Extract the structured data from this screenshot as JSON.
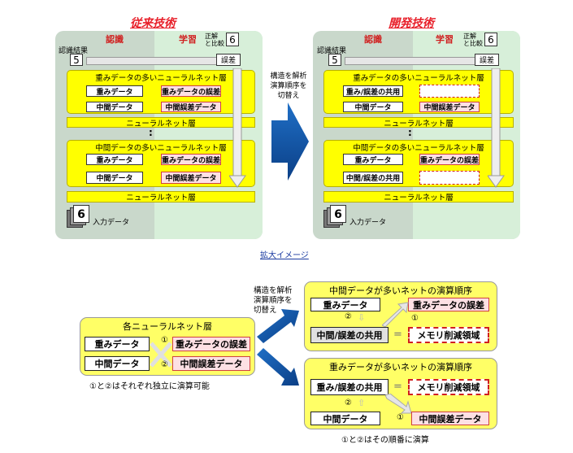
{
  "left_title": "従来技術",
  "right_title": "開発技術",
  "ninshiki": "認識",
  "gakushu": "学習",
  "seikai_1": "正解",
  "seikai_2": "と比較",
  "num6": "6",
  "ninshiki_kekka": "認識結果",
  "num5": "5",
  "gosa": "誤差",
  "omomi_layer_title": "重みデータの多いニューラルネット層",
  "chukan_layer_title": "中間データの多いニューラルネット層",
  "omomi_data": "重みデータ",
  "omomi_gosa": "重みデータの誤差",
  "chukan_data": "中間データ",
  "chukan_gosa": "中間誤差データ",
  "nn_layer": "ニューラルネット層",
  "dots": ":",
  "input_data": "入力データ",
  "omomi_gosa_shared": "重み/誤差の共用",
  "chukan_gosa_shared": "中間/誤差の共用",
  "arrow_text": [
    "構造を解析",
    "演算順序を",
    "切替え"
  ],
  "zoom_link": "拡大イメージ",
  "lower": {
    "each_layer": "各ニューラルネット層",
    "omomi_data": "重みデータ",
    "omomi_gosa": "重みデータの誤差",
    "chukan_data": "中間データ",
    "chukan_gosa": "中間誤差データ",
    "c1": "①",
    "c2": "②",
    "independent_note": "①と②はそれぞれ独立に演算可能",
    "arrow_text": [
      "構造を解析",
      "演算順序を",
      "切替え"
    ],
    "top_title": "中間データが多いネットの演算順序",
    "top_omomi": "重みデータ",
    "top_omomi_gosa": "重みデータの誤差",
    "top_chukan_shared": "中間/誤差の共用",
    "top_mem": "メモリ削減領域",
    "bot_title": "重みデータが多いネットの演算順序",
    "bot_shared": "重み/誤差の共用",
    "bot_mem": "メモリ削減領域",
    "bot_chukan": "中間データ",
    "bot_chukan_gosa": "中間誤差データ",
    "order_note": "①と②はその順番に演算",
    "eq": "="
  }
}
